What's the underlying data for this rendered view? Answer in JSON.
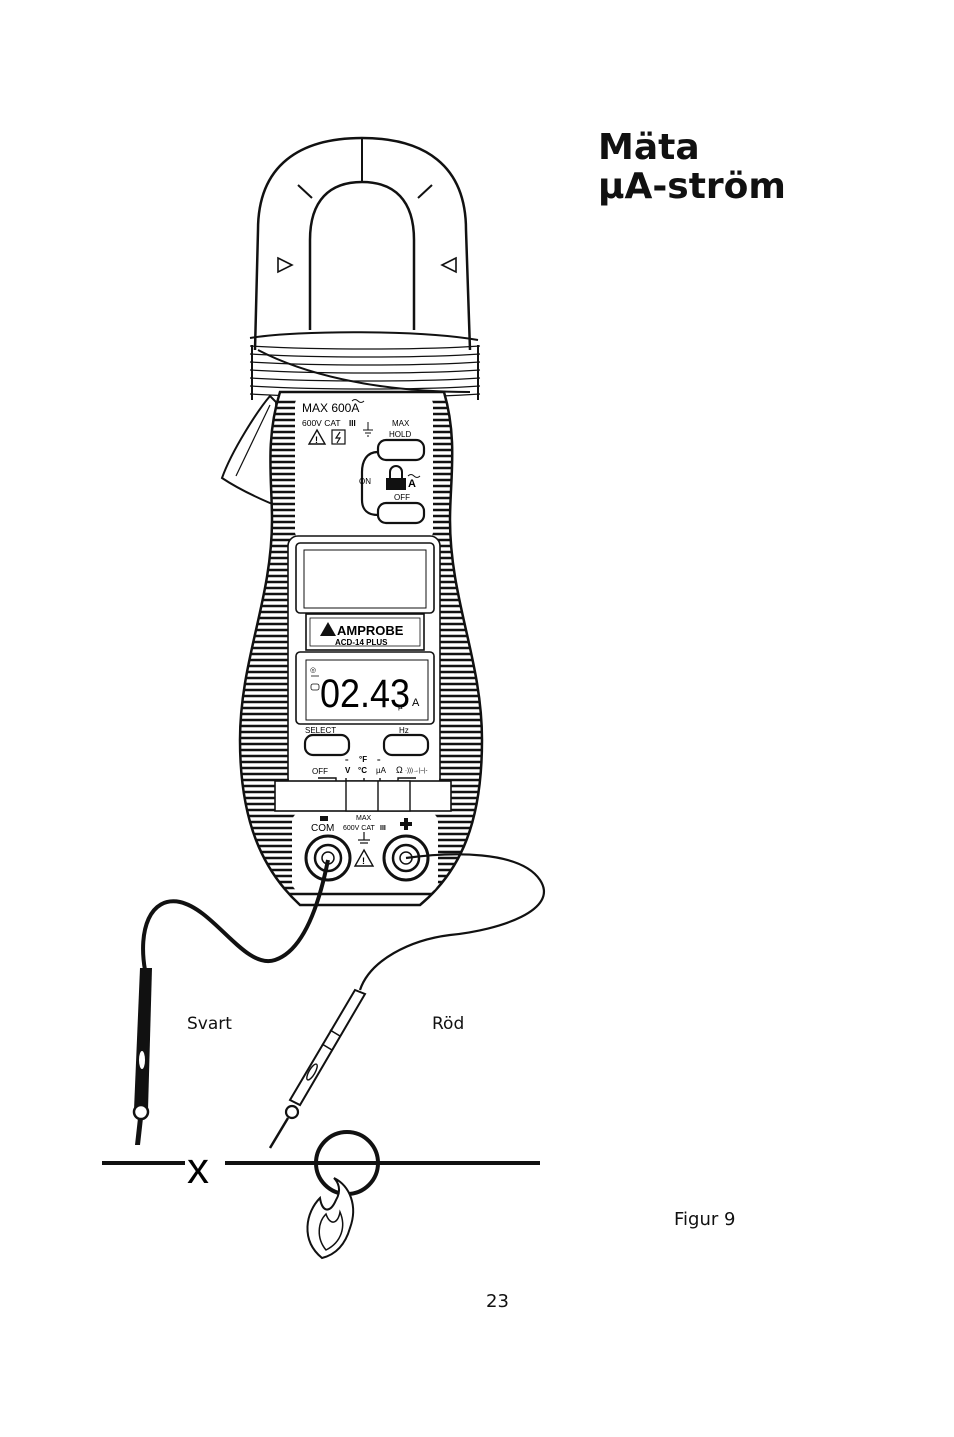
{
  "heading": {
    "line1": "Mäta",
    "line2": "µA-ström"
  },
  "labels": {
    "black_lead": "Svart",
    "red_lead": "Röd",
    "figure": "Figur 9",
    "page_number": "23"
  },
  "meter": {
    "max_rating": "MAX 600A",
    "category": "600V CAT",
    "cat_numeral": "III",
    "max_hold_line1": "MAX",
    "max_hold_line2": "HOLD",
    "on_label": "ON",
    "off_label": "OFF",
    "brand": "AMPROBE",
    "model": "ACD-14 PLUS",
    "display_value": "02.43",
    "display_unit": "A",
    "display_prefix": "µ",
    "select_label": "SELECT",
    "hz_label": "Hz",
    "dial_off": "OFF",
    "dial_v": "V",
    "dial_f": "°F",
    "dial_c": "°C",
    "dial_ua": "µA",
    "dial_ohm": "Ω",
    "com_label": "COM",
    "jack_max": "MAX",
    "jack_category": "600V CAT"
  }
}
